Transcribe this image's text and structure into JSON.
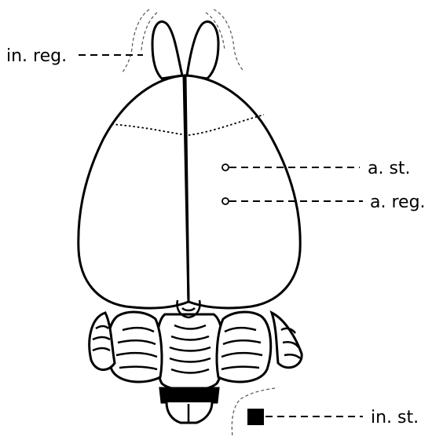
{
  "labels": {
    "injection_region": "in. reg.",
    "injection_site": "in. st.",
    "analysis_site": "a. st.",
    "analysis_region": "a. reg."
  },
  "colors": {
    "line": "#000000",
    "background": "#ffffff"
  },
  "markers": {
    "analysis_site": "open-circle",
    "analysis_region": "open-circle",
    "injection_site": "filled-square"
  }
}
